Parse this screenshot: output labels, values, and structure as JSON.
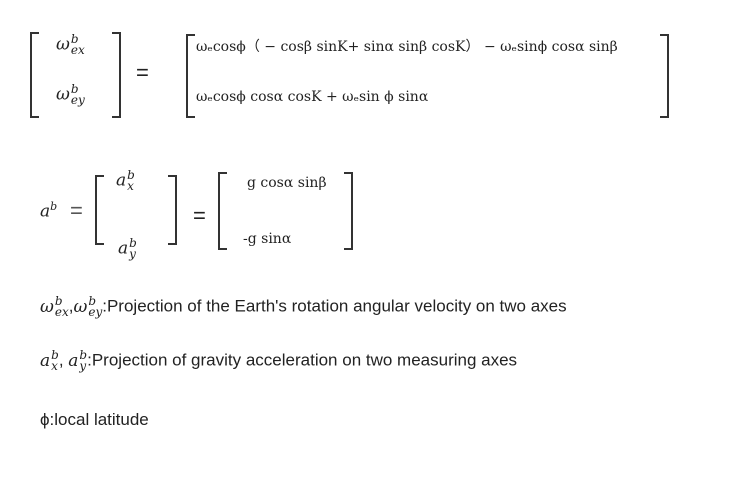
{
  "eq1": {
    "lhs": [
      {
        "base": "ω",
        "sup": "b",
        "sub": "ex"
      },
      {
        "base": "ω",
        "sup": "b",
        "sub": "ey"
      }
    ],
    "equals": "=",
    "rhs_row1": "ωₑcosϕ（ − cosβ sinK+ sinα sinβ cosK） − ωₑsinϕ cosα sinβ",
    "rhs_row2": "ωₑcosϕ cosα cosK + ωₑsin ϕ sinα"
  },
  "eq2": {
    "lhs_symbol": {
      "base": "a",
      "sup": "b"
    },
    "equals1": "=",
    "vector": [
      {
        "base": "a",
        "sup": "b",
        "sub": "x"
      },
      {
        "base": "a",
        "sup": "b",
        "sub": "y"
      }
    ],
    "equals2": "=",
    "rhs_row1": "g cosα sinβ",
    "rhs_row2": "-g sinα"
  },
  "legend": [
    {
      "symbols": [
        {
          "base": "ω",
          "sup": "b",
          "sub": "ex"
        },
        {
          "base": "ω",
          "sup": "b",
          "sub": "ey"
        }
      ],
      "sep": ",",
      "text": ":Projection of the Earth's rotation angular velocity on two axes"
    },
    {
      "symbols": [
        {
          "base": "a",
          "sup": "b",
          "sub": "x"
        },
        {
          "base": "a",
          "sup": "b",
          "sub": "y"
        }
      ],
      "sep": ", ",
      "text": ":Projection of gravity acceleration on two measuring axes"
    },
    {
      "symbol": "ϕ",
      "text": ":local latitude"
    }
  ]
}
